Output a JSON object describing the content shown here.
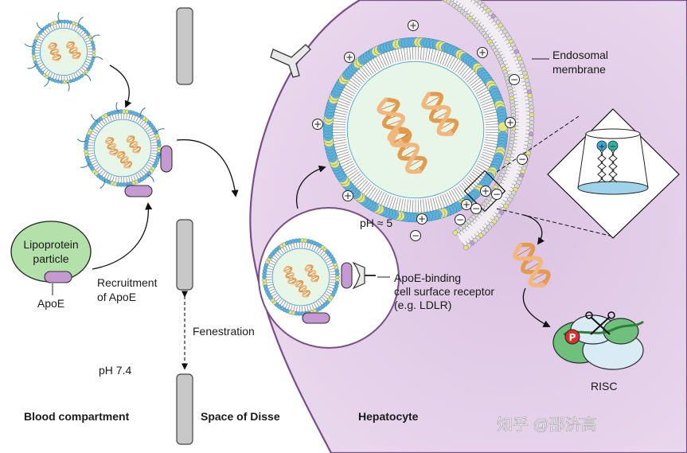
{
  "labels": {
    "lipoprotein_line1": "Lipoprotein",
    "lipoprotein_line2": "particle",
    "apoe": "ApoE",
    "recruitment_line1": "Recruitment",
    "recruitment_line2": "of ApoE",
    "ph_blood": "pH 7.4",
    "fenestration": "Fenestration",
    "ph_endosome": "pH ≈ 5",
    "endosomal_line1": "Endosomal",
    "endosomal_line2": "membrane",
    "receptor_line1": "ApoE-binding",
    "receptor_line2": "cell surface receptor",
    "receptor_line3": "(e.g. LDLR)",
    "risc": "RISC",
    "blood_compartment": "Blood compartment",
    "space_of_disse": "Space of Disse",
    "hepatocyte": "Hepatocyte",
    "watermark": "知乎 @邵济高"
  },
  "symbols": {
    "plus": "+",
    "minus": "−",
    "p": "P"
  },
  "colors": {
    "hepatocyte_fill": "#e6d3ea",
    "hepatocyte_edge": "#7a4f86",
    "vessel_wall": "#c8c8c8",
    "apoe_protein": "#c59ad3",
    "lipid_head": "#5fb2db",
    "lipid_head_yellow": "#e8e47a",
    "particle_core": "#e8f6e8",
    "rna_strand": "#e49a4c",
    "lipoprotein_fill": "#b4e0a9"
  }
}
